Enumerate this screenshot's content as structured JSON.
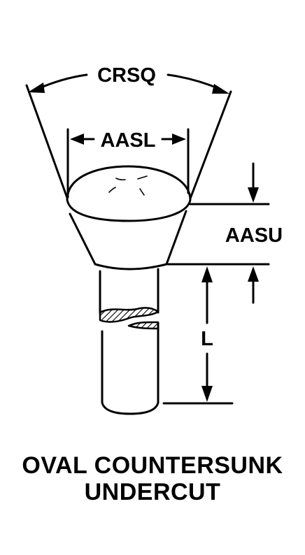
{
  "labels": {
    "crsq": "CRSQ",
    "aasl": "AASL",
    "aasu": "AASU",
    "l": "L"
  },
  "caption": {
    "line1": "OVAL COUNTERSUNK",
    "line2": "UNDERCUT"
  },
  "colors": {
    "ink": "#000000",
    "paper": "#ffffff"
  }
}
